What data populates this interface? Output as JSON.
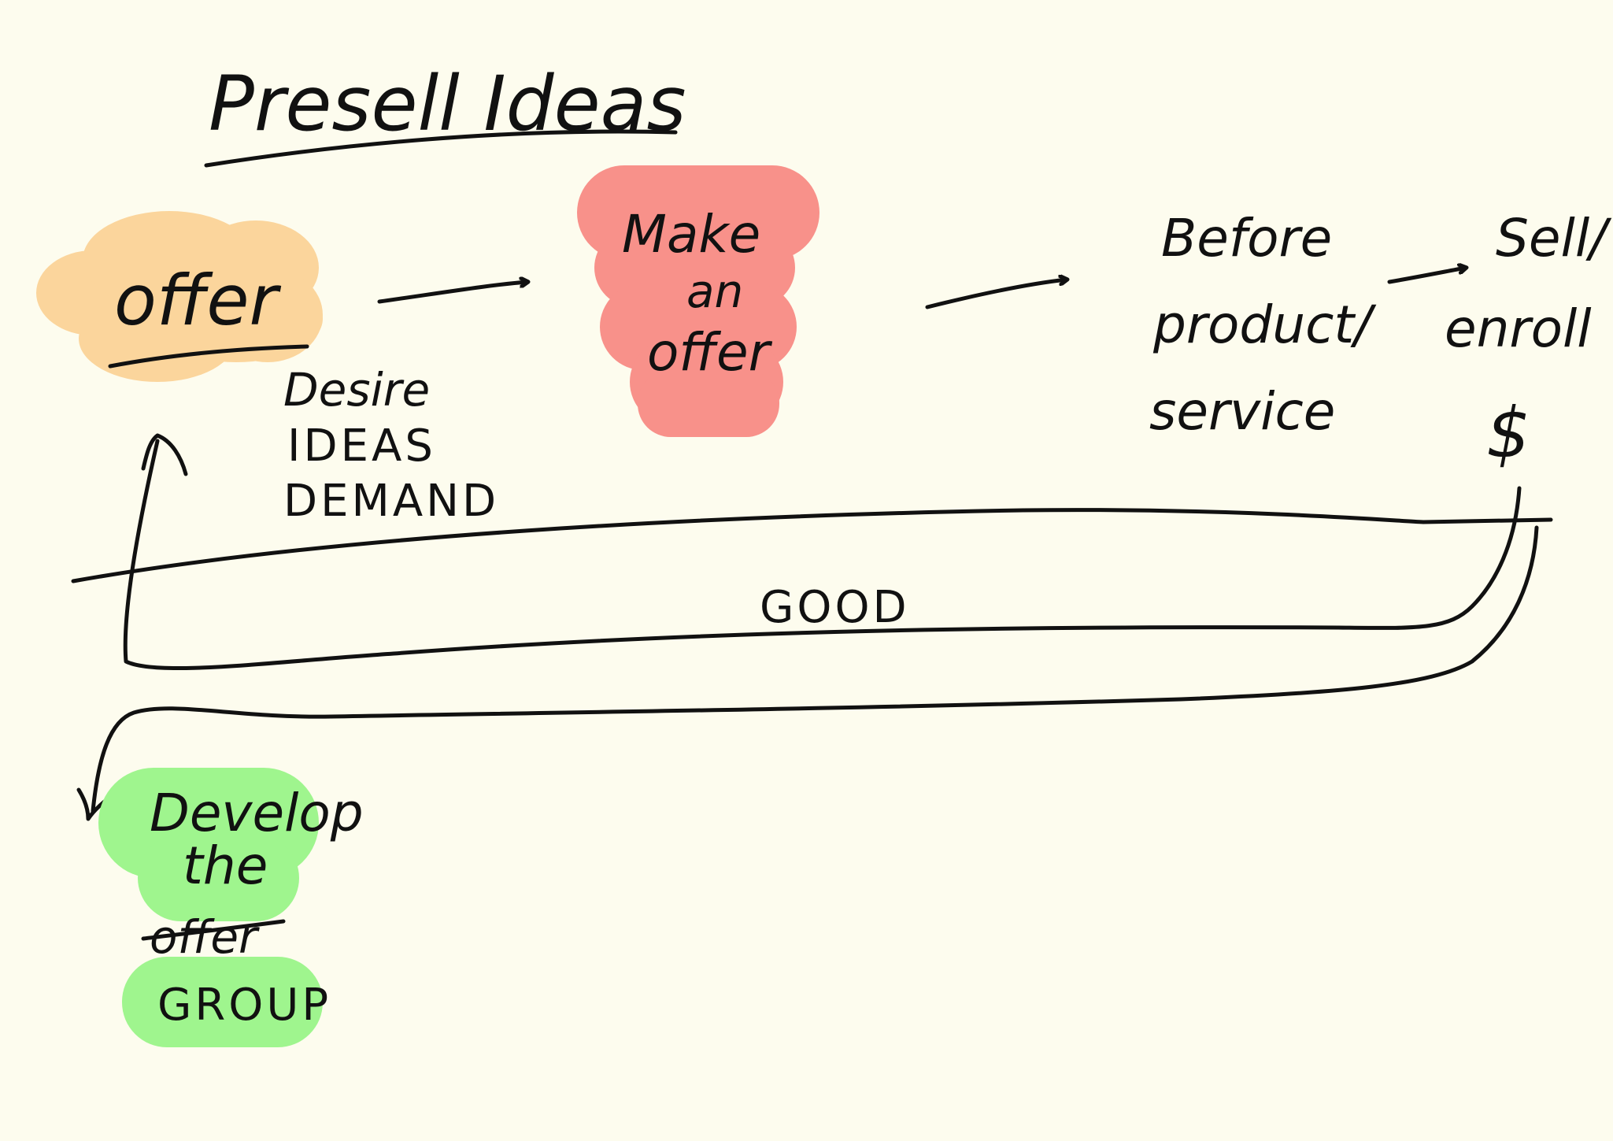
{
  "title": "Presell Ideas",
  "colors": {
    "background": "#fdfcee",
    "offer_highlight": "#fbd59c",
    "make_offer_highlight": "#f8918a",
    "develop_highlight": "#9ff58e",
    "ink": "#111111"
  },
  "nodes": {
    "offer": "offer",
    "make_offer": [
      "Make",
      "an",
      "offer"
    ],
    "before": [
      "Before",
      "product/",
      "service"
    ],
    "sell": [
      "Sell/",
      "enroll"
    ],
    "dollar": "$"
  },
  "notes": {
    "desire": [
      "Desire",
      "IDEAS",
      "DEMAND"
    ],
    "good": "GOOD"
  },
  "develop": {
    "lines": [
      "Develop",
      "the"
    ],
    "struck": "offer",
    "group": "GROUP"
  }
}
